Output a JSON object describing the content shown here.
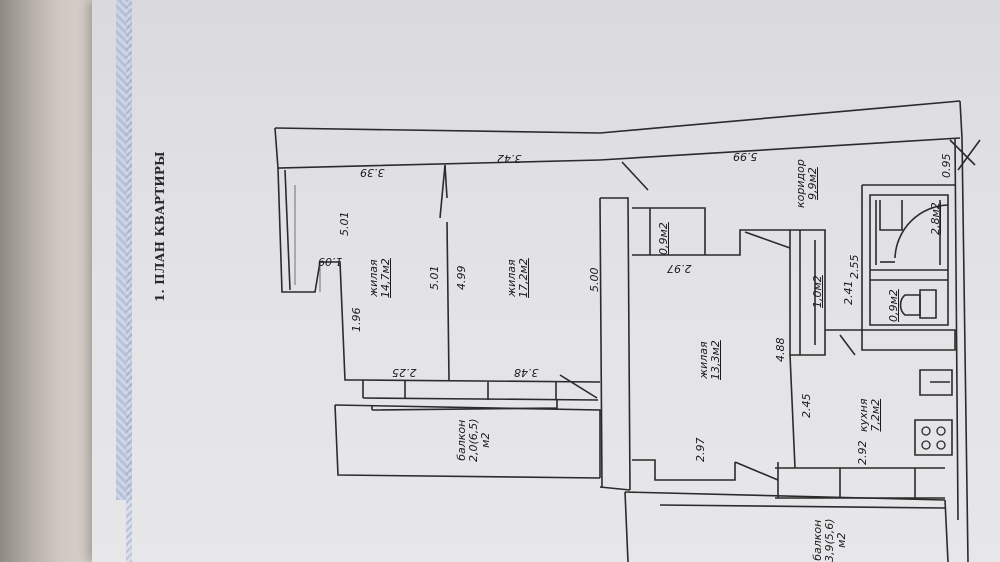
{
  "section_title": "1. ПЛАН КВАРТИРЫ",
  "rooms": {
    "living1": {
      "name": "жилая",
      "area": "14,7м2"
    },
    "living2": {
      "name": "жилая",
      "area": "17,2м2"
    },
    "living3": {
      "name": "жилая",
      "area": "13,3м2"
    },
    "corridor": {
      "name": "коридор",
      "area": "9,9м2"
    },
    "kitchen": {
      "name": "кухня",
      "area": "7,2м2"
    },
    "balcony1": {
      "name": "балкон",
      "area": "2,0(6,5)",
      "unit": "м2"
    },
    "balcony2": {
      "name": "балкон",
      "area": "3,9(5,6)",
      "unit": "м2"
    },
    "closet1": {
      "area": "0,9м2"
    },
    "closet2": {
      "area": "1,0м2"
    },
    "bath": {
      "area": "2,8м2"
    },
    "wc": {
      "area": "0,9м2"
    }
  },
  "dims": {
    "d_339": "3.39",
    "d_342": "3.42",
    "d_599": "5.99",
    "d_095": "0.95",
    "d_501a": "5.01",
    "d_501b": "5.01",
    "d_499": "4.99",
    "d_500": "5.00",
    "d_109": "1.09",
    "d_196": "1.96",
    "d_225": "2.25",
    "d_348": "3.48",
    "d_297a": "2.97",
    "d_297b": "2.97",
    "d_488": "4.88",
    "d_245": "2.45",
    "d_255": "2.55",
    "d_241": "2.41",
    "d_292": "2.92"
  }
}
